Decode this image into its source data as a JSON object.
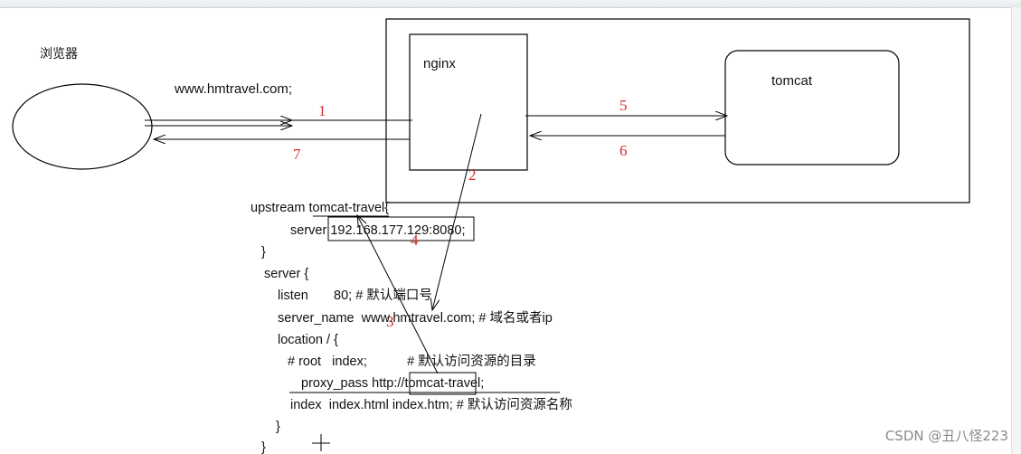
{
  "diagram": {
    "browser_label": "浏览器",
    "url_label": "www.hmtravel.com;",
    "nginx_label": "nginx",
    "tomcat_label": "tomcat",
    "step_numbers": [
      "1",
      "2",
      "3",
      "4",
      "5",
      "6",
      "7"
    ]
  },
  "config": {
    "lines": [
      "upstream tomcat-travel{",
      "server 192.168.177.129:8080;",
      "}",
      "server {",
      "listen       80; # 默认端口号",
      "server_name  www.hmtravel.com; # 域名或者ip",
      "location / {",
      "# root   index;           # 默认访问资源的目录",
      "proxy_pass http://tomcat-travel;",
      "index  index.html index.htm; # 默认访问资源名称",
      "}",
      "}"
    ]
  },
  "watermark": "CSDN @丑八怪223",
  "colors": {
    "annotation_red": "#d62b2b",
    "line": "#000000"
  }
}
